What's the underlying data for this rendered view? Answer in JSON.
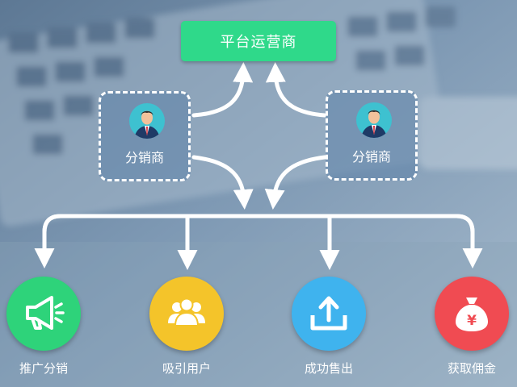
{
  "platform_operator": "平台运营商",
  "distributors": [
    {
      "label": "分销商",
      "icon": "businessman-avatar-icon"
    },
    {
      "label": "分销商",
      "icon": "businessman-avatar-icon"
    }
  ],
  "actions": [
    {
      "label": "推广分销",
      "icon": "megaphone-icon",
      "color": "#2ed37a"
    },
    {
      "label": "吸引用户",
      "icon": "user-group-icon",
      "color": "#f4c42a"
    },
    {
      "label": "成功售出",
      "icon": "upload-tray-icon",
      "color": "#3fb3ee"
    },
    {
      "label": "获取佣金",
      "icon": "money-bag-icon",
      "color": "#f04b52",
      "symbol": "¥"
    }
  ]
}
